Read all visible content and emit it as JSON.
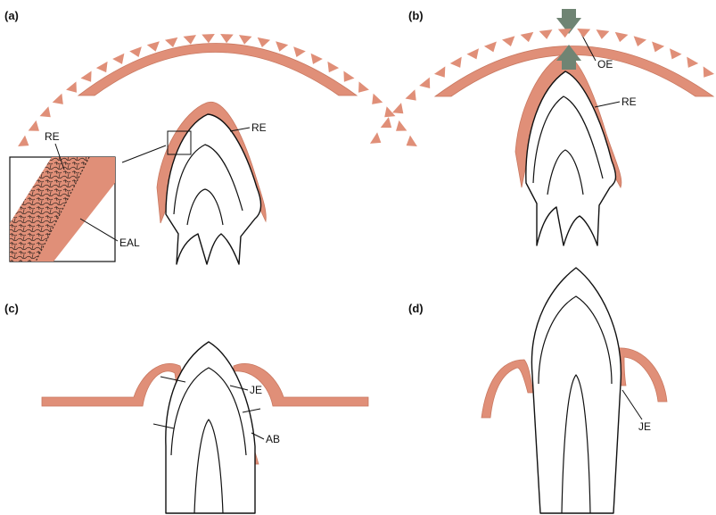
{
  "panels": {
    "a": "(a)",
    "b": "(b)",
    "c": "(c)",
    "d": "(d)"
  },
  "labels": {
    "a_re_tooth": "RE",
    "a_re_inset": "RE",
    "a_eal": "EAL",
    "b_oe": "OE",
    "b_re": "RE",
    "c_je": "JE",
    "c_ab": "AB",
    "d_je": "JE"
  },
  "colors": {
    "epithelium": "#e08f78",
    "arrow": "#6f8473",
    "outline": "#111111"
  }
}
